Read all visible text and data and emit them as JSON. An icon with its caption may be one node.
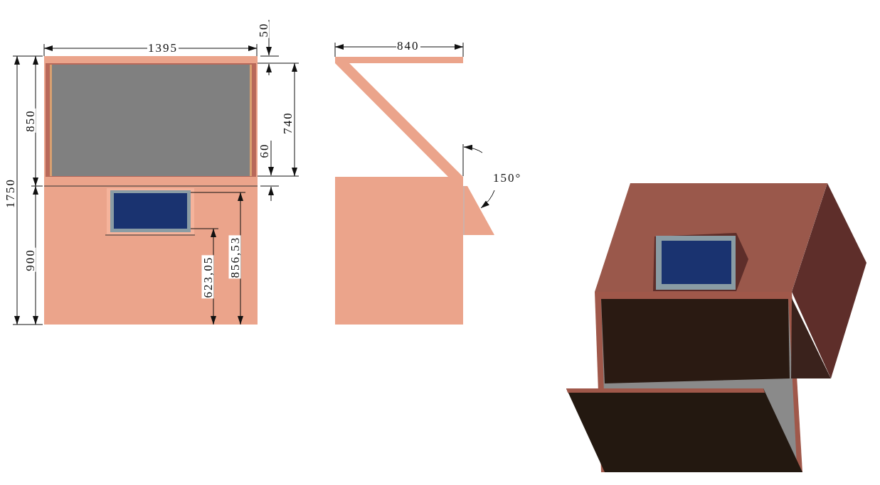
{
  "diagram": {
    "labels": [
      "1395",
      "50",
      "840",
      "1750",
      "850",
      "740",
      "60",
      "150°",
      "900",
      "623,05",
      "856,53"
    ]
  }
}
